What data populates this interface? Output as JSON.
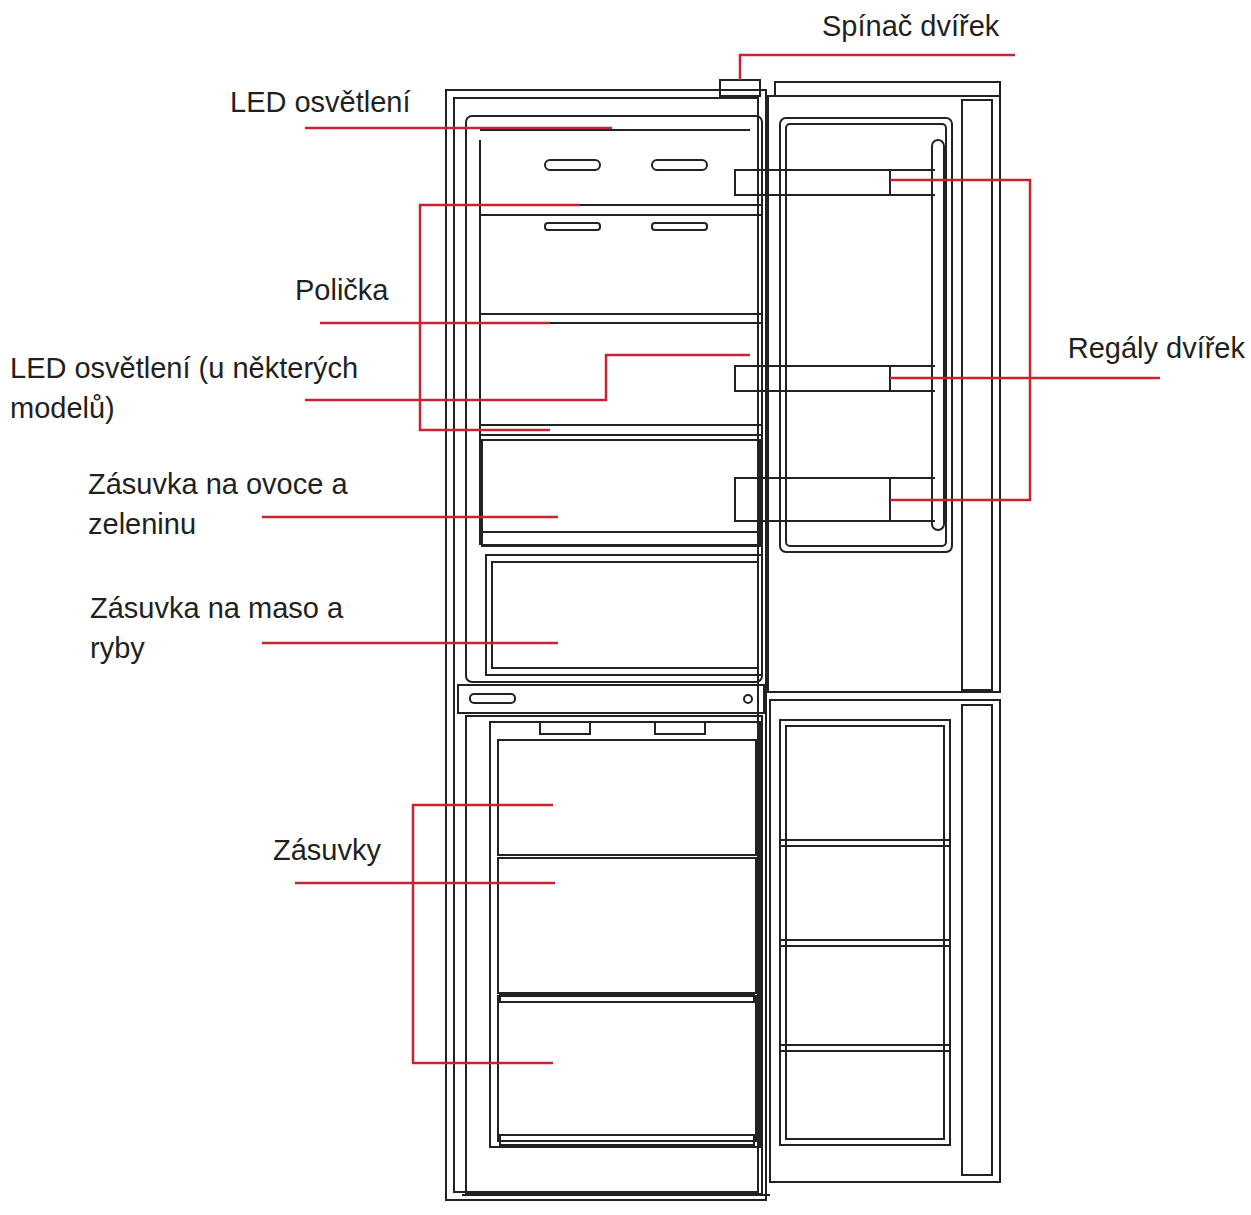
{
  "diagram": {
    "labels": [
      "Spínač dvířek",
      "LED osvětlení",
      "Polička",
      "LED osvětlení (u některých modelů)",
      "Regály dvířek",
      "Zásuvka na ovoce a zeleninu",
      "Zásuvka na maso a ryby",
      "Zásuvky"
    ]
  }
}
